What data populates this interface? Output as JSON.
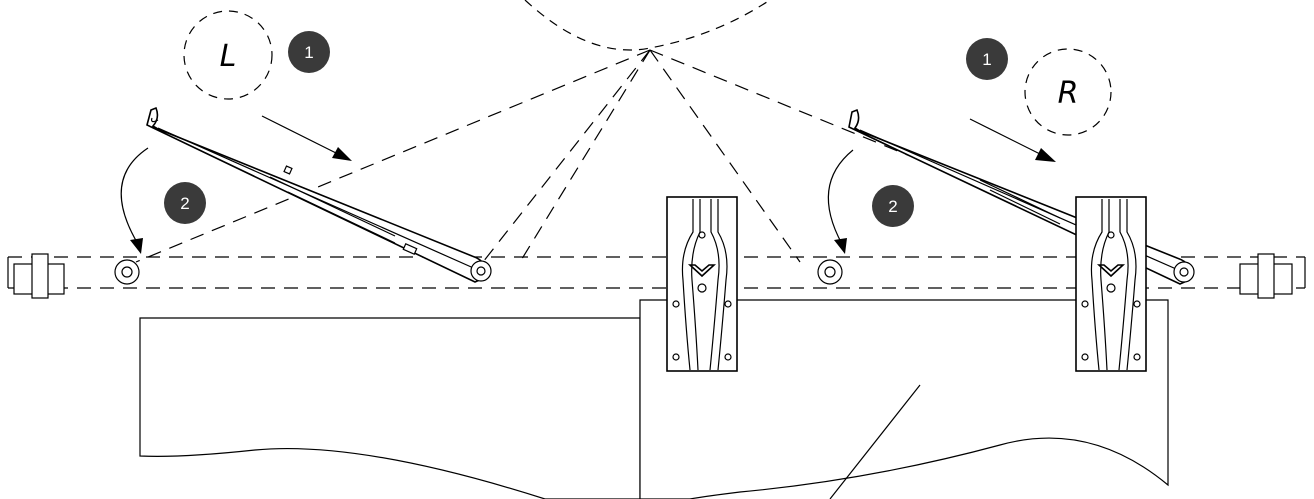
{
  "callouts": {
    "left_side_label": "L",
    "right_side_label": "R",
    "step_1_left": "1",
    "step_1_right": "1",
    "step_2_left": "2",
    "step_2_right": "2"
  },
  "colors": {
    "line": "#000000",
    "badge_fill": "#3a3a3a",
    "background": "#ffffff"
  }
}
